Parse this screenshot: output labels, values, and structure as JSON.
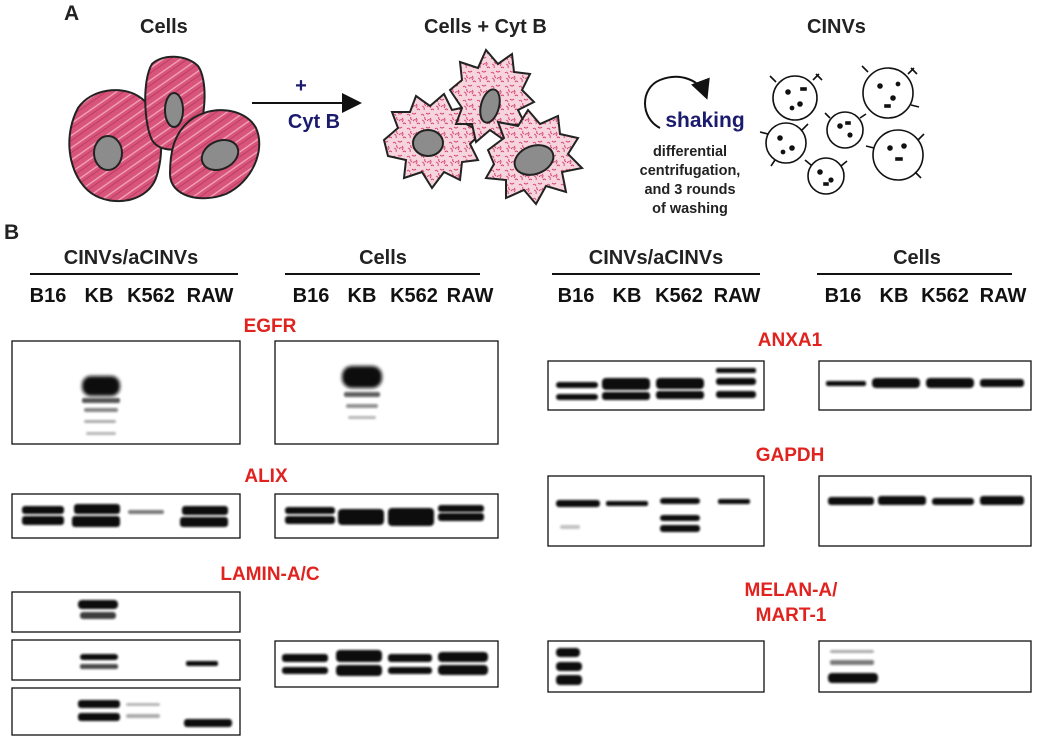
{
  "panel_a": {
    "letter": "A",
    "stage_cells": "Cells",
    "stage_treated": "Cells + Cyt B",
    "stage_cinvs": "CINVs",
    "arrow_plus": "+",
    "arrow_cytb": "Cyt B",
    "shaking": "shaking",
    "process_lines": [
      "differential",
      "centrifugation,",
      "and 3 rounds",
      "of washing"
    ]
  },
  "panel_b": {
    "letter": "B",
    "group_headers": [
      "CINVs/aCINVs",
      "Cells",
      "CINVs/aCINVs",
      "Cells"
    ],
    "lanes": [
      "B16",
      "KB",
      "K562",
      "RAW"
    ],
    "proteins": {
      "egfr": "EGFR",
      "alix": "ALIX",
      "lamin": "LAMIN-A/C",
      "anxa1": "ANXA1",
      "gapdh": "GAPDH",
      "melan_line1": "MELAN-A/",
      "melan_line2": "MART-1"
    }
  },
  "colors": {
    "cell_fill": "#d9547a",
    "nucleus": "#8c8c8c",
    "cytb_text": "#1b1b6e",
    "protein_label": "#e0231f",
    "band": "#0c0c0c"
  }
}
